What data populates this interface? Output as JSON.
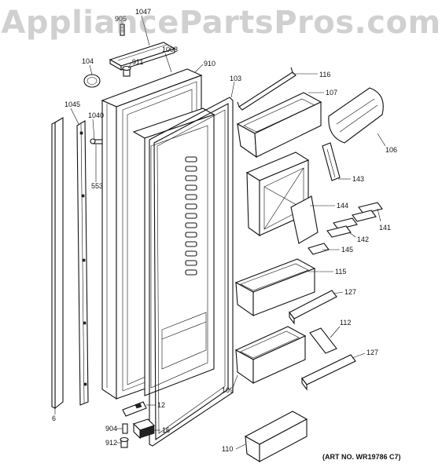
{
  "watermark": "AppliancePartsPros.com",
  "art_number": "(ART NO. WR19786 C7)",
  "callouts": {
    "c905": "905",
    "c1047": "1047",
    "c104": "104",
    "c911": "911",
    "c1003": "1003",
    "c910": "910",
    "c103": "103",
    "c116": "116",
    "c107": "107",
    "c106": "106",
    "c1045": "1045",
    "c1040": "1040",
    "c553": "553",
    "c143": "143",
    "c144": "144",
    "c141": "141",
    "c142": "142",
    "c145": "145",
    "c115": "115",
    "c127a": "127",
    "c112": "112",
    "c127b": "127",
    "c109": "109",
    "c6": "6",
    "c12": "12",
    "c904": "904",
    "c16": "16",
    "c912": "912",
    "c110": "110"
  }
}
